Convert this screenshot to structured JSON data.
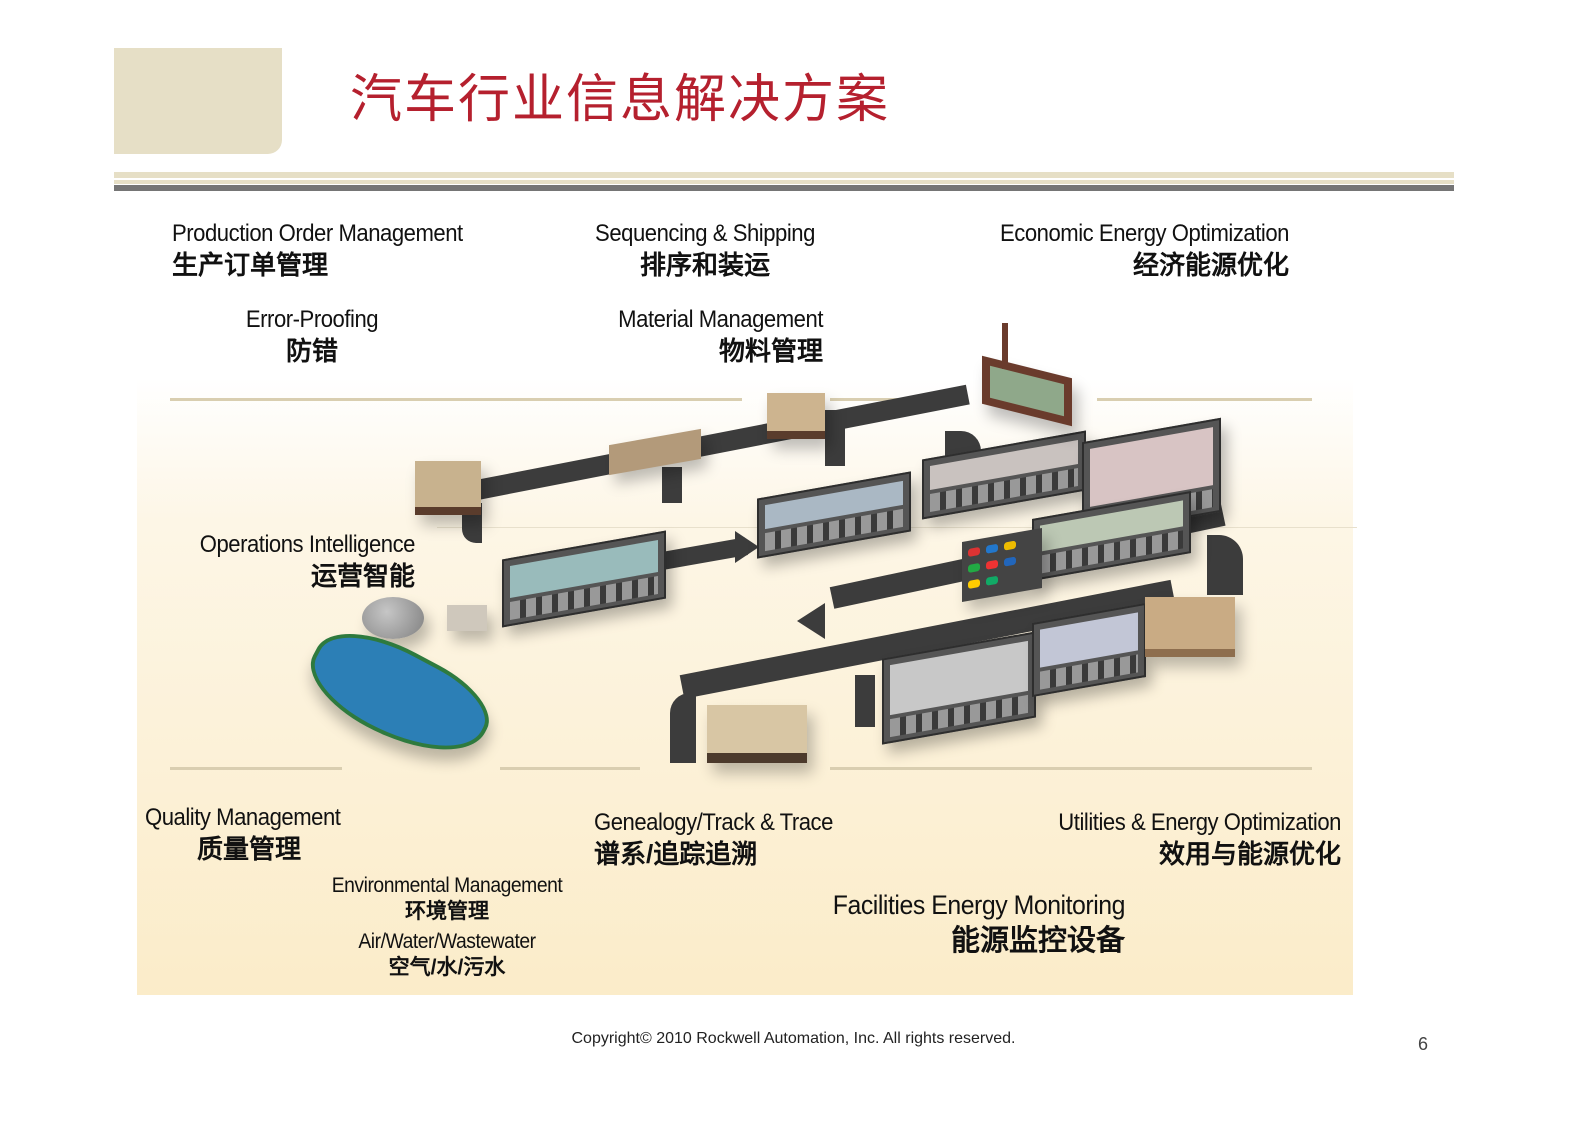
{
  "slide": {
    "title": "汽车行业信息解决方案",
    "footer": "Copyright© 2010 Rockwell Automation, Inc. All rights reserved.",
    "page_number": "6"
  },
  "colors": {
    "title": "#b5202e",
    "header_block": "#e6dfc6",
    "rule_dark": "#757575",
    "diagram_bg_bottom": "#fbecc9",
    "road": "#3c3c3c"
  },
  "labels": {
    "production_order": {
      "en": "Production Order Management",
      "zh": "生产订单管理"
    },
    "sequencing": {
      "en": "Sequencing & Shipping",
      "zh": "排序和装运"
    },
    "economic_energy": {
      "en": "Economic Energy Optimization",
      "zh": "经济能源优化"
    },
    "error_proofing": {
      "en": "Error-Proofing",
      "zh": "防错"
    },
    "material": {
      "en": "Material Management",
      "zh": "物料管理"
    },
    "operations": {
      "en": "Operations Intelligence",
      "zh": "运营智能"
    },
    "quality": {
      "en": "Quality Management",
      "zh": "质量管理"
    },
    "environmental": {
      "en": "Environmental Management",
      "zh": "环境管理"
    },
    "air_water": {
      "en": "Air/Water/Wastewater",
      "zh": "空气/水/污水"
    },
    "genealogy": {
      "en": "Genealogy/Track & Trace",
      "zh": "谱系/追踪追溯"
    },
    "utilities": {
      "en": "Utilities & Energy Optimization",
      "zh": "效用与能源优化"
    },
    "facilities": {
      "en": "Facilities Energy Monitoring",
      "zh": "能源监控设备"
    }
  },
  "illustration": {
    "description": "Isometric automotive plant layout with roads, production buildings, paint shop, parking lot, power plant, water treatment pond"
  }
}
